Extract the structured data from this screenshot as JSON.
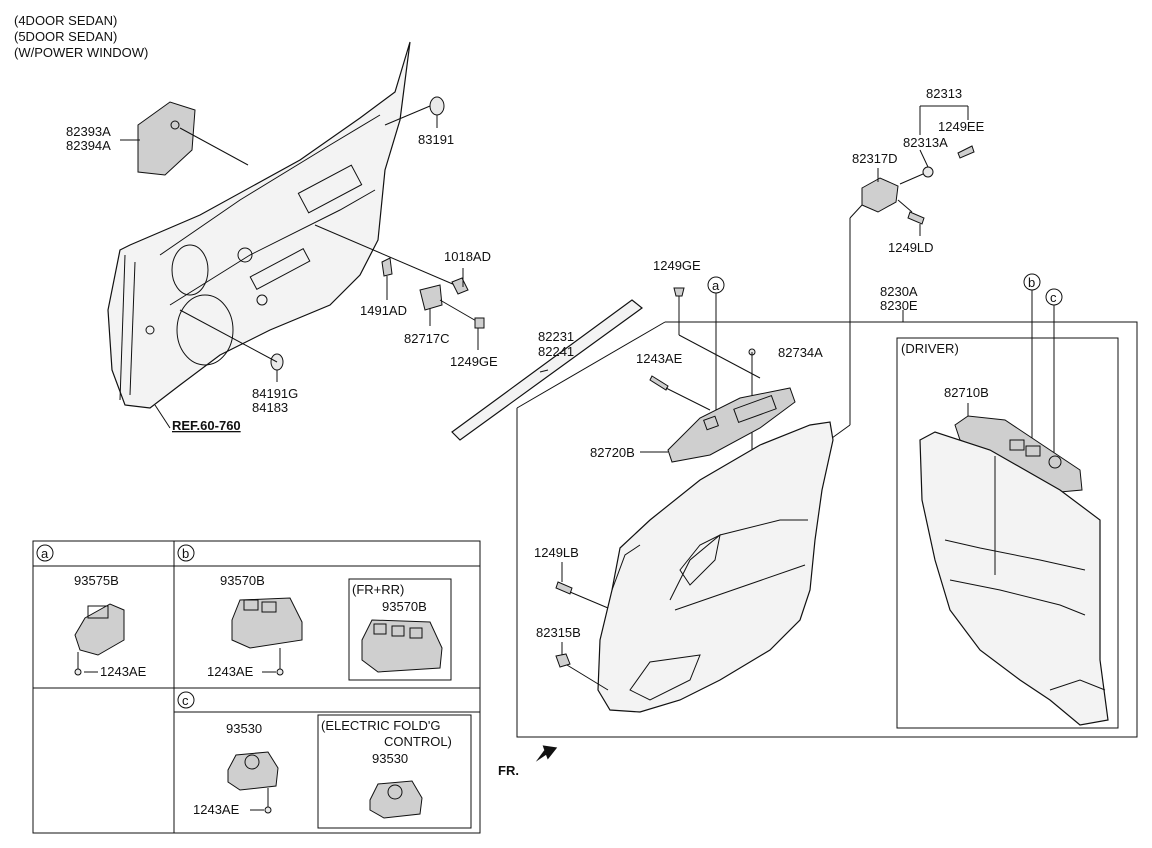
{
  "notes": [
    "(4DOOR SEDAN)",
    "(5DOOR SEDAN)",
    "(W/POWER WINDOW)"
  ],
  "labels": {
    "p82393A": "82393A",
    "p82394A": "82394A",
    "p83191": "83191",
    "p1018AD": "1018AD",
    "p1491AD": "1491AD",
    "p82717C": "82717C",
    "p1249GE_a": "1249GE",
    "p84191G": "84191G",
    "p84183": "84183",
    "ref": "REF.60-760",
    "p82231": "82231",
    "p82241": "82241",
    "p1249GE_b": "1249GE",
    "p82734A": "82734A",
    "p1243AE": "1243AE",
    "p82720B": "82720B",
    "p1249LB": "1249LB",
    "p82315B": "82315B",
    "p82313": "82313",
    "p1249EE": "1249EE",
    "p82313A": "82313A",
    "p82317D": "82317D",
    "p1249LD": "1249LD",
    "p8230A": "8230A",
    "p8230E": "8230E",
    "driver": "(DRIVER)",
    "p82710B": "82710B",
    "fr": "FR."
  },
  "callouts": {
    "a": "a",
    "b": "b",
    "c": "c"
  },
  "table": {
    "a": {
      "part": "93575B",
      "screw": "1243AE"
    },
    "b": {
      "part": "93570B",
      "screw": "1243AE",
      "sub_title": "(FR+RR)",
      "sub_part": "93570B"
    },
    "c": {
      "part": "93530",
      "screw": "1243AE",
      "sub_title_1": "(ELECTRIC FOLD'G",
      "sub_title_2": "CONTROL)",
      "sub_part": "93530"
    }
  }
}
